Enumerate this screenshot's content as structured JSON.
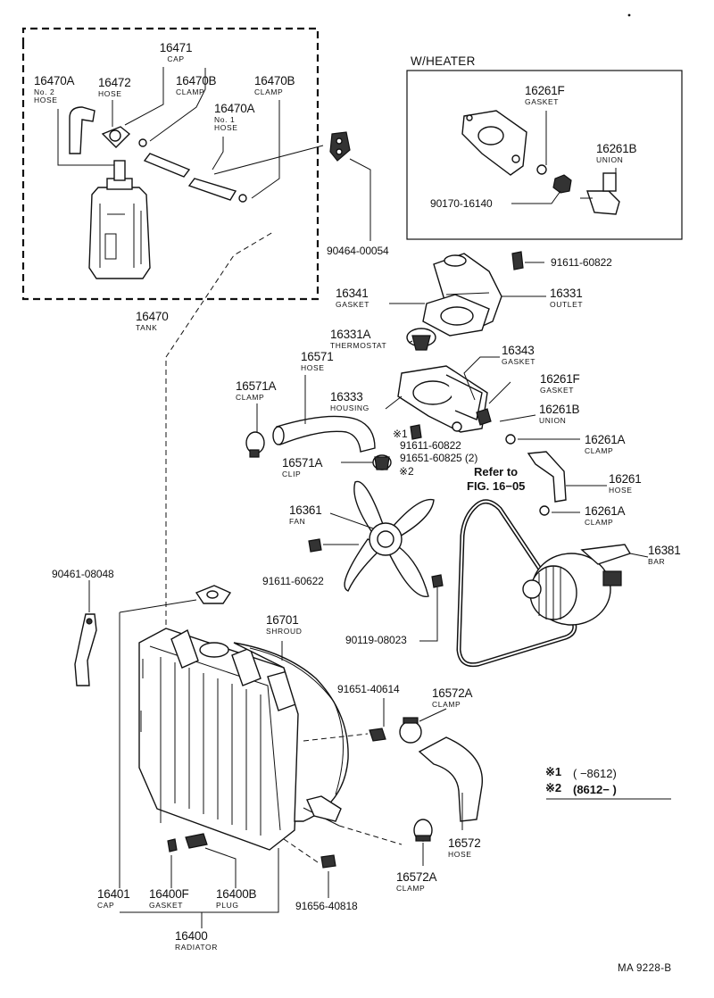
{
  "heater_box_title": "W/HEATER",
  "refer": {
    "line1": "Refer to",
    "line2": "FIG. 16−05"
  },
  "notes": [
    {
      "mark": "※1",
      "text": "(      −8612)"
    },
    {
      "mark": "※2",
      "text": "(8612−        )"
    }
  ],
  "drawing_code": "MA 9228-B",
  "parts": {
    "p16471": {
      "number": "16471",
      "desc": "CAP"
    },
    "p16470A": {
      "number": "16470A",
      "desc": "No. 2",
      "desc2": "HOSE"
    },
    "p16472": {
      "number": "16472",
      "desc": "HOSE"
    },
    "p16470B_1": {
      "number": "16470B",
      "desc": "CLAMP"
    },
    "p16470B_2": {
      "number": "16470B",
      "desc": "CLAMP"
    },
    "p16470A_1": {
      "number": "16470A",
      "desc": "No. 1",
      "desc2": "HOSE"
    },
    "p16470": {
      "number": "16470",
      "desc": "TANK"
    },
    "p90464": {
      "number": "90464-00054"
    },
    "p16261F_h": {
      "number": "16261F",
      "desc": "GASKET"
    },
    "p16261B_h": {
      "number": "16261B",
      "desc": "UNION"
    },
    "p90170": {
      "number": "90170-16140"
    },
    "p91611_a": {
      "number": "91611-60822"
    },
    "p16341": {
      "number": "16341",
      "desc": "GASKET"
    },
    "p16331": {
      "number": "16331",
      "desc": "OUTLET"
    },
    "p16331A": {
      "number": "16331A",
      "desc": "THERMOSTAT"
    },
    "p16343": {
      "number": "16343",
      "desc": "GASKET"
    },
    "p16571": {
      "number": "16571",
      "desc": "HOSE"
    },
    "p16571A_1": {
      "number": "16571A",
      "desc": "CLAMP"
    },
    "p16333": {
      "number": "16333",
      "desc": "HOUSING"
    },
    "p16261F": {
      "number": "16261F",
      "desc": "GASKET"
    },
    "p16261B": {
      "number": "16261B",
      "desc": "UNION"
    },
    "p91611_b": {
      "number": "91611-60822",
      "mark": "※1"
    },
    "p91651_a": {
      "number": "91651-60825 (2)"
    },
    "p16261A_1": {
      "number": "16261A",
      "desc": "CLAMP"
    },
    "p16571A_2": {
      "number": "16571A",
      "desc": "CLIP",
      "mark": "※2"
    },
    "p16261": {
      "number": "16261",
      "desc": "HOSE"
    },
    "p16361": {
      "number": "16361",
      "desc": "FAN"
    },
    "p16261A_2": {
      "number": "16261A",
      "desc": "CLAMP"
    },
    "p16381": {
      "number": "16381",
      "desc": "BAR"
    },
    "p91611_c": {
      "number": "91611-60622"
    },
    "p90461": {
      "number": "90461-08048"
    },
    "p16701": {
      "number": "16701",
      "desc": "SHROUD"
    },
    "p90119": {
      "number": "90119-08023"
    },
    "p91651_b": {
      "number": "91651-40614"
    },
    "p16572A_1": {
      "number": "16572A",
      "desc": "CLAMP"
    },
    "p16572": {
      "number": "16572",
      "desc": "HOSE"
    },
    "p16572A_2": {
      "number": "16572A",
      "desc": "CLAMP"
    },
    "p16401": {
      "number": "16401",
      "desc": "CAP"
    },
    "p16400F": {
      "number": "16400F",
      "desc": "GASKET"
    },
    "p16400B": {
      "number": "16400B",
      "desc": "PLUG"
    },
    "p91656": {
      "number": "91656-40818"
    },
    "p16400": {
      "number": "16400",
      "desc": "RADIATOR"
    }
  }
}
